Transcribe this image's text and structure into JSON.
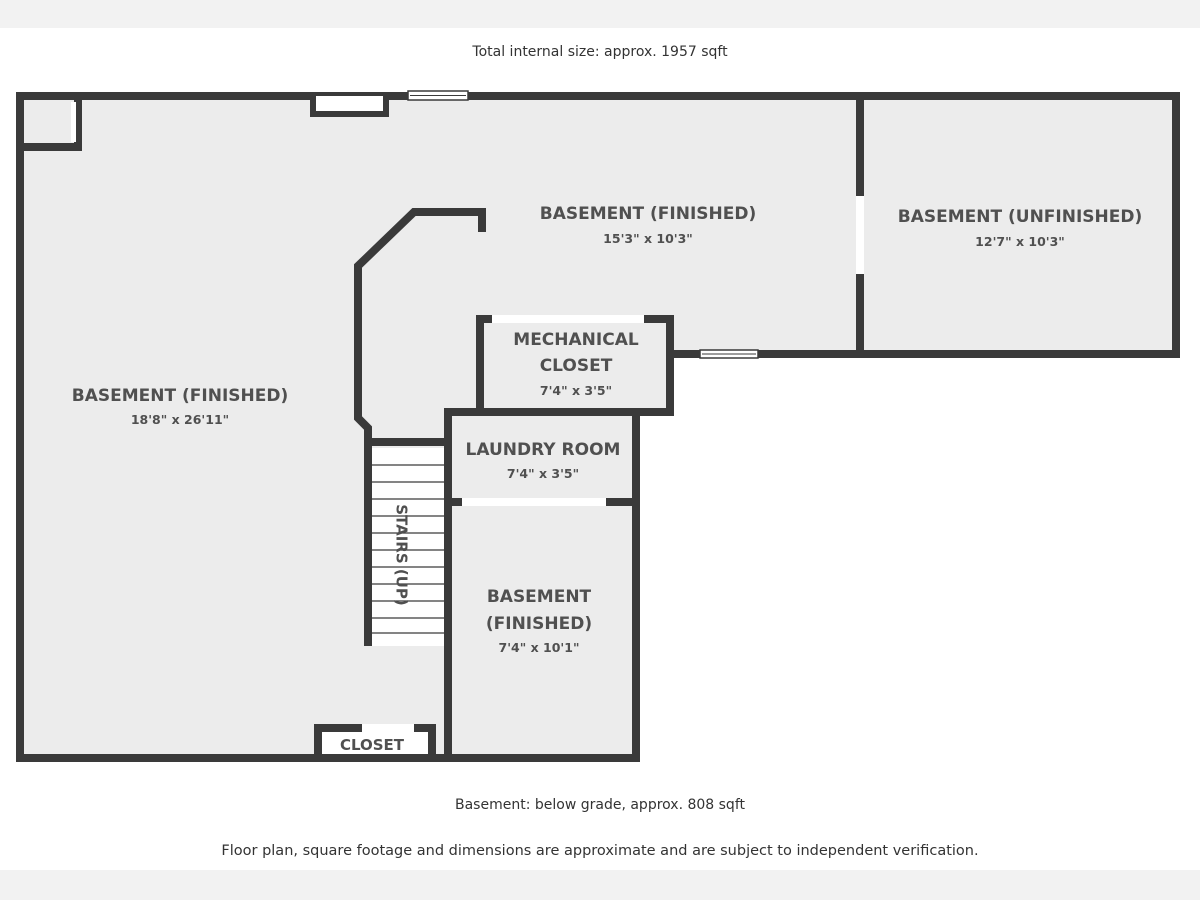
{
  "header": {
    "total_size": "Total internal size: approx. 1957 sqft"
  },
  "rooms": {
    "main_basement": {
      "name": "BASEMENT (FINISHED)",
      "dims": "18'8\" x 26'11\""
    },
    "upper_basement": {
      "name": "BASEMENT (FINISHED)",
      "dims": "15'3\" x 10'3\""
    },
    "unfinished": {
      "name": "BASEMENT (UNFINISHED)",
      "dims": "12'7\" x 10'3\""
    },
    "mechanical": {
      "name_line1": "MECHANICAL",
      "name_line2": "CLOSET",
      "dims": "7'4\" x 3'5\""
    },
    "laundry": {
      "name": "LAUNDRY ROOM",
      "dims": "7'4\" x 3'5\""
    },
    "lower_basement": {
      "name_line1": "BASEMENT",
      "name_line2": "(FINISHED)",
      "dims": "7'4\" x 10'1\""
    },
    "stairs": {
      "label": "STAIRS (UP)"
    },
    "closet": {
      "name": "CLOSET"
    }
  },
  "footer": {
    "level_size": "Basement: below grade, approx. 808 sqft",
    "disclaimer": "Floor plan, square footage and dimensions are approximate and are subject to independent verification."
  },
  "colors": {
    "wall": "#3a3a3a",
    "floor": "#ececec",
    "text": "#505050",
    "window": "#ffffff"
  }
}
